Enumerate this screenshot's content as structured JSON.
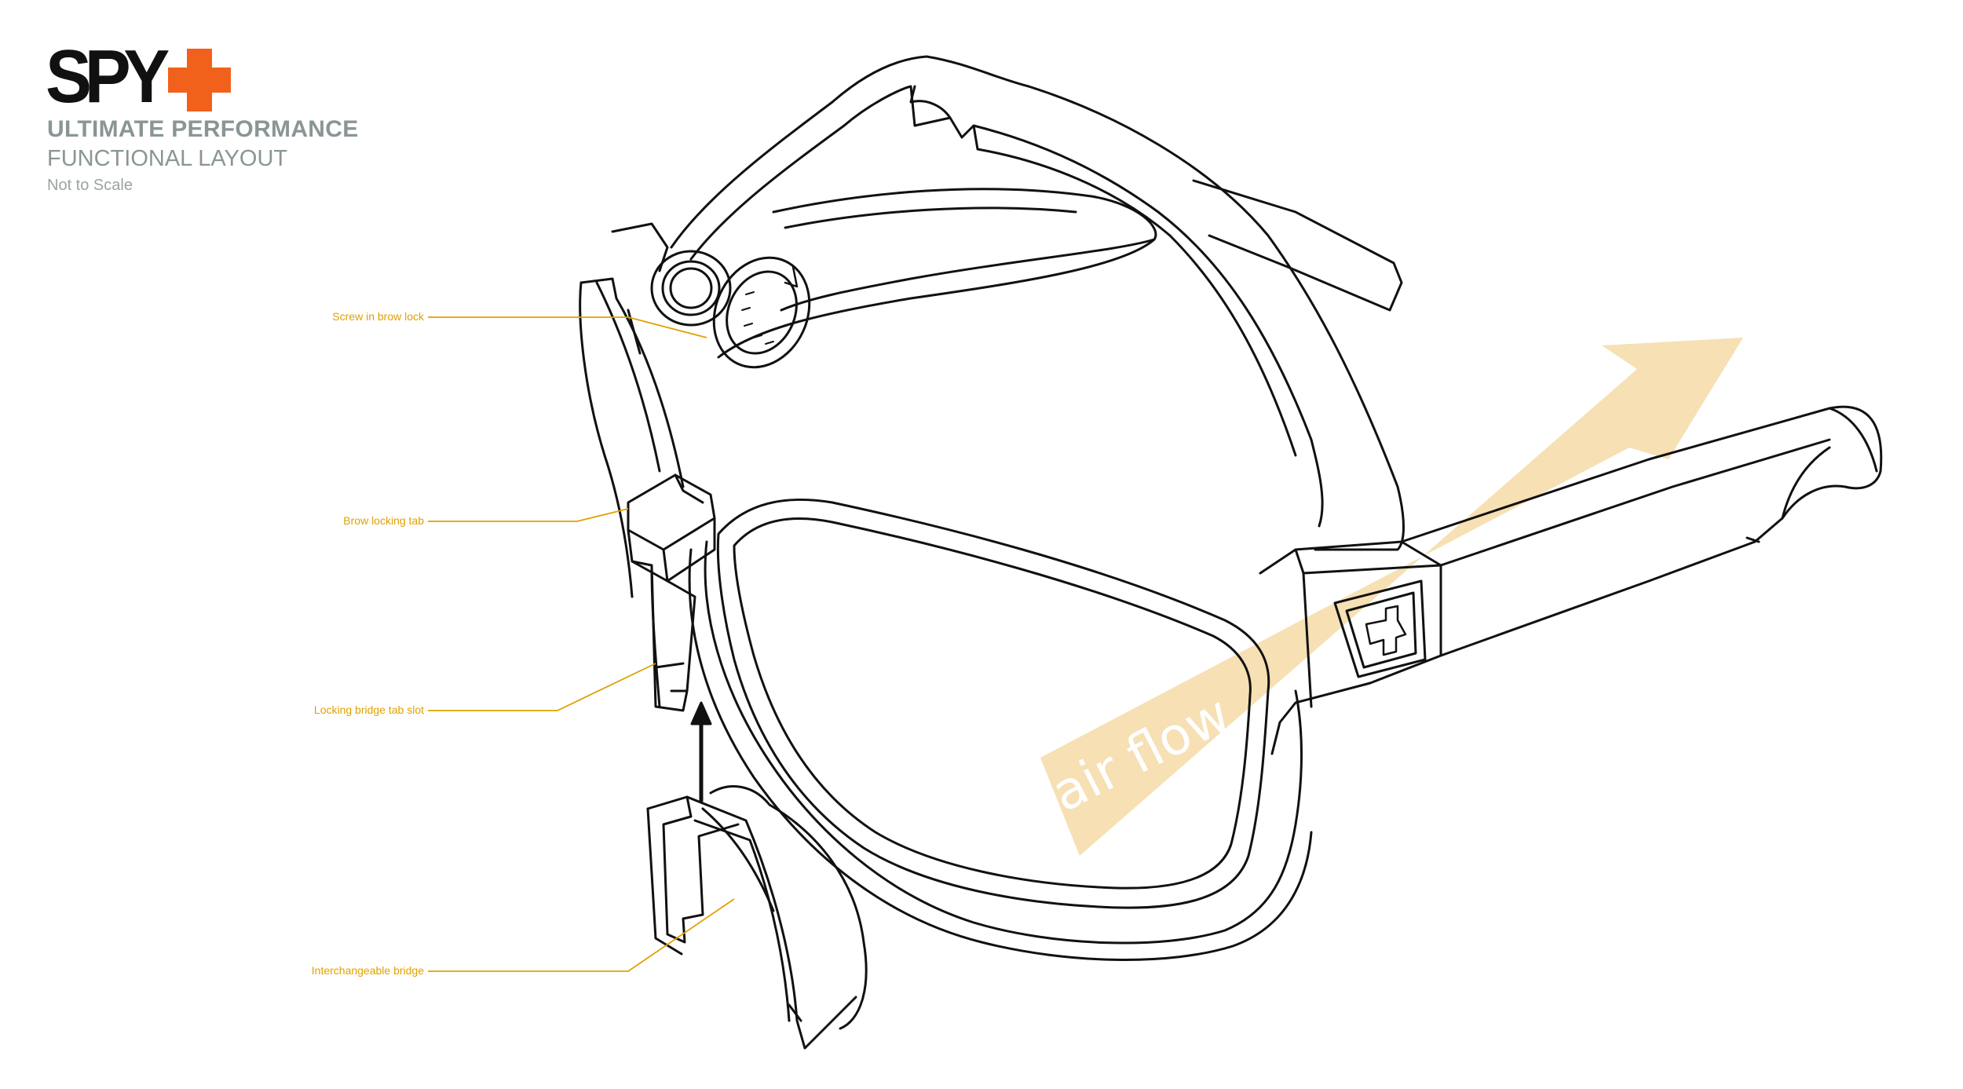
{
  "brand": {
    "logo_text": "SPY",
    "cross_color": "#f2611c"
  },
  "header": {
    "title": "ULTIMATE PERFORMANCE",
    "subtitle": "FUNCTIONAL LAYOUT",
    "note": "Not to Scale"
  },
  "callouts": [
    {
      "label": "Screw in brow lock"
    },
    {
      "label": "Brow locking tab"
    },
    {
      "label": "Locking bridge tab slot"
    },
    {
      "label": "Interchangeable bridge"
    }
  ],
  "airflow": {
    "label": "air flow",
    "color": "#f6deb0"
  },
  "colors": {
    "callout": "#e0a100",
    "line_art": "#111111",
    "header_text": "#8a9596"
  }
}
